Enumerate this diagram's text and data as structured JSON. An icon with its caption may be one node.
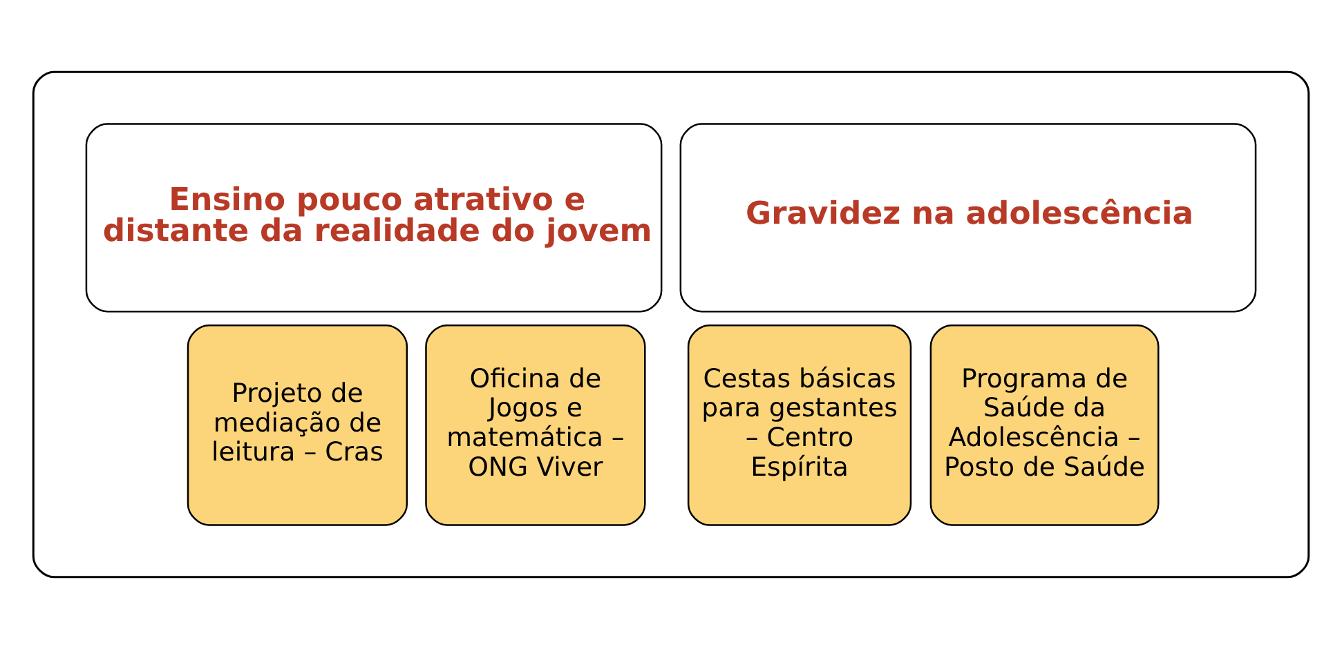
{
  "diagram": {
    "nodes": [
      {
        "text": [],
        "shape": "box"
      },
      {
        "text": [
          "Ensino pouco atrativo e distante da realidade do jovem"
        ],
        "in": 0
      },
      {
        "text": [
          "Projeto de mediação de leitura – Cras"
        ],
        "in": 0
      },
      {
        "text": [
          "Oficina de Jogos e matemática – ONG Viver"
        ],
        "in": 0
      },
      {
        "text": [
          "Gravidez na adolescência"
        ],
        "in": 0
      },
      {
        "text": [
          "Cestas básicas para gestantes – Centro Espírita"
        ],
        "in": 0
      },
      {
        "text": [
          "Programa de Saúde da Adolescência – Posto de Saúde"
        ],
        "in": 0
      }
    ],
    "edges": []
  }
}
